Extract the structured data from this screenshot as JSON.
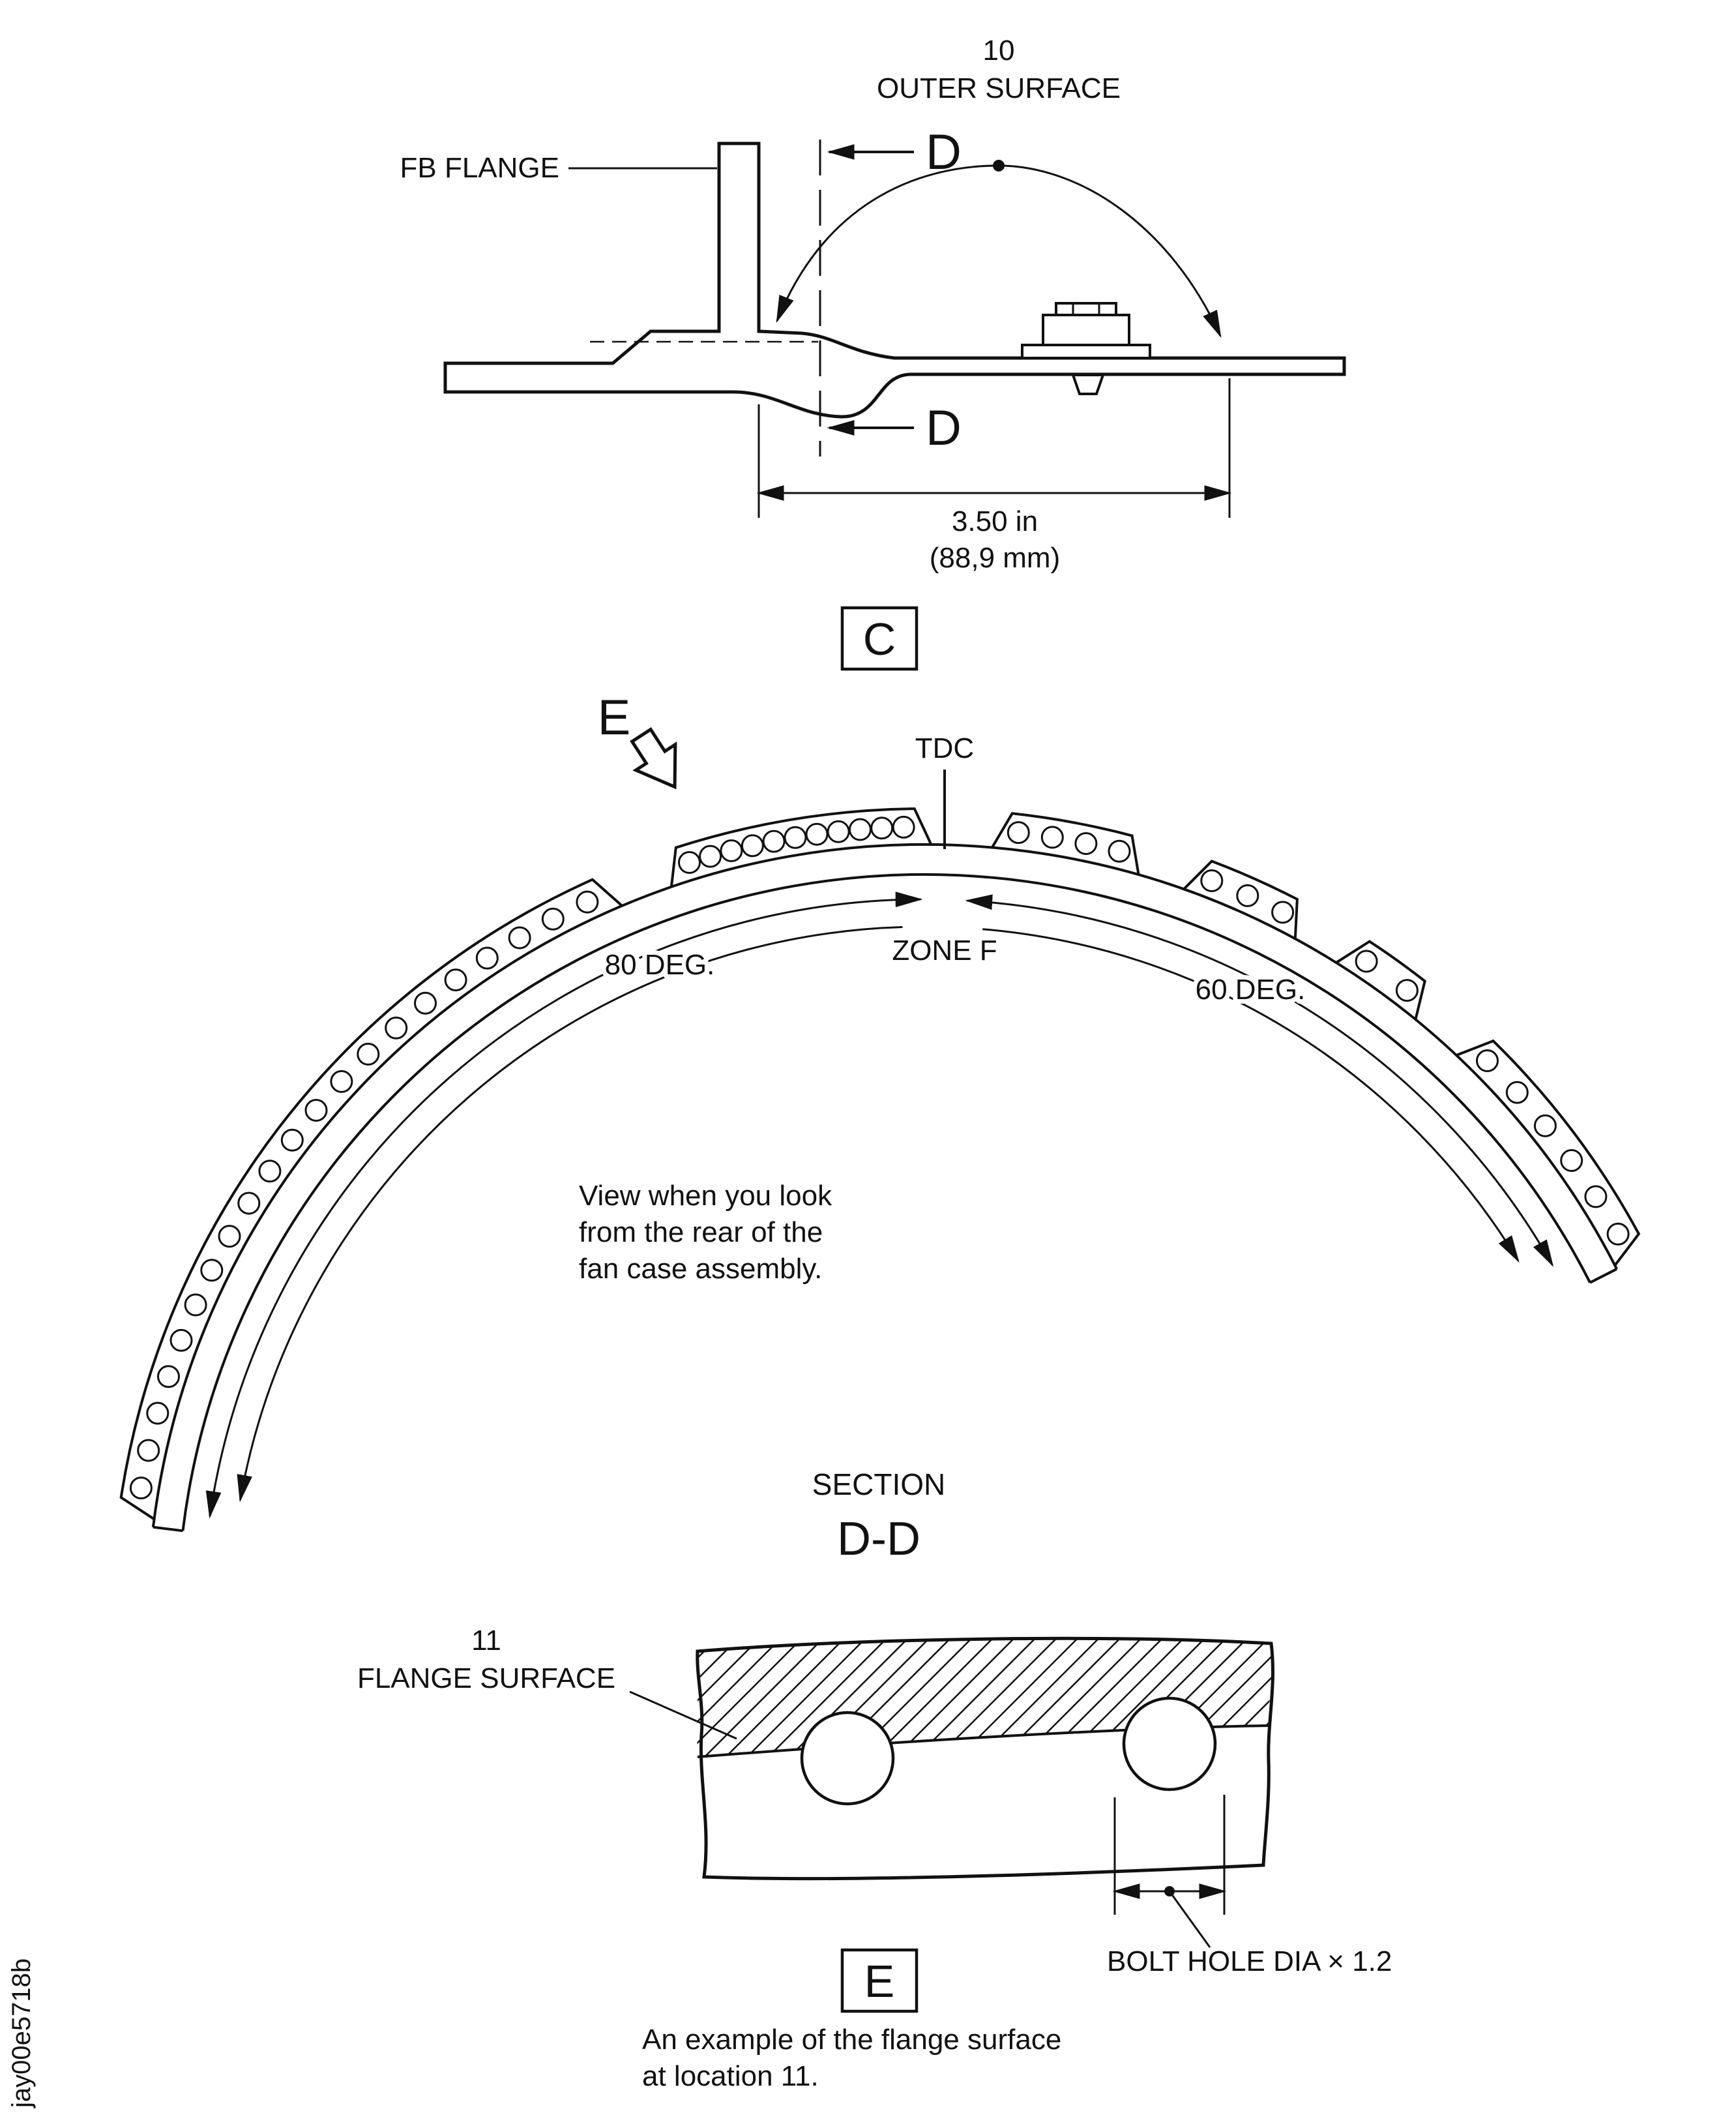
{
  "figure_id": "jay00e5718b",
  "section_c": {
    "callout_10": "10",
    "outer_surface_label": "OUTER SURFACE",
    "fb_flange_label": "FB FLANGE",
    "cut_arrow_top": "D",
    "cut_arrow_bottom": "D",
    "dimension_in": "3.50 in",
    "dimension_mm": "(88,9 mm)",
    "view_box_label": "C"
  },
  "section_dd": {
    "view_arrow_label": "E",
    "tdc_label": "TDC",
    "left_angle": "80 DEG.",
    "zone_label": "ZONE F",
    "right_angle": "60 DEG.",
    "note_line1": "View when you look",
    "note_line2": "from the rear of the",
    "note_line3": "fan case assembly.",
    "section_word": "SECTION",
    "section_name": "D-D"
  },
  "detail_e": {
    "callout_11": "11",
    "flange_surface_label": "FLANGE SURFACE",
    "bolt_hole_label": "BOLT HOLE DIA × 1.2",
    "view_box_label": "E",
    "caption_line1": "An example of the flange surface",
    "caption_line2": "at location 11."
  }
}
